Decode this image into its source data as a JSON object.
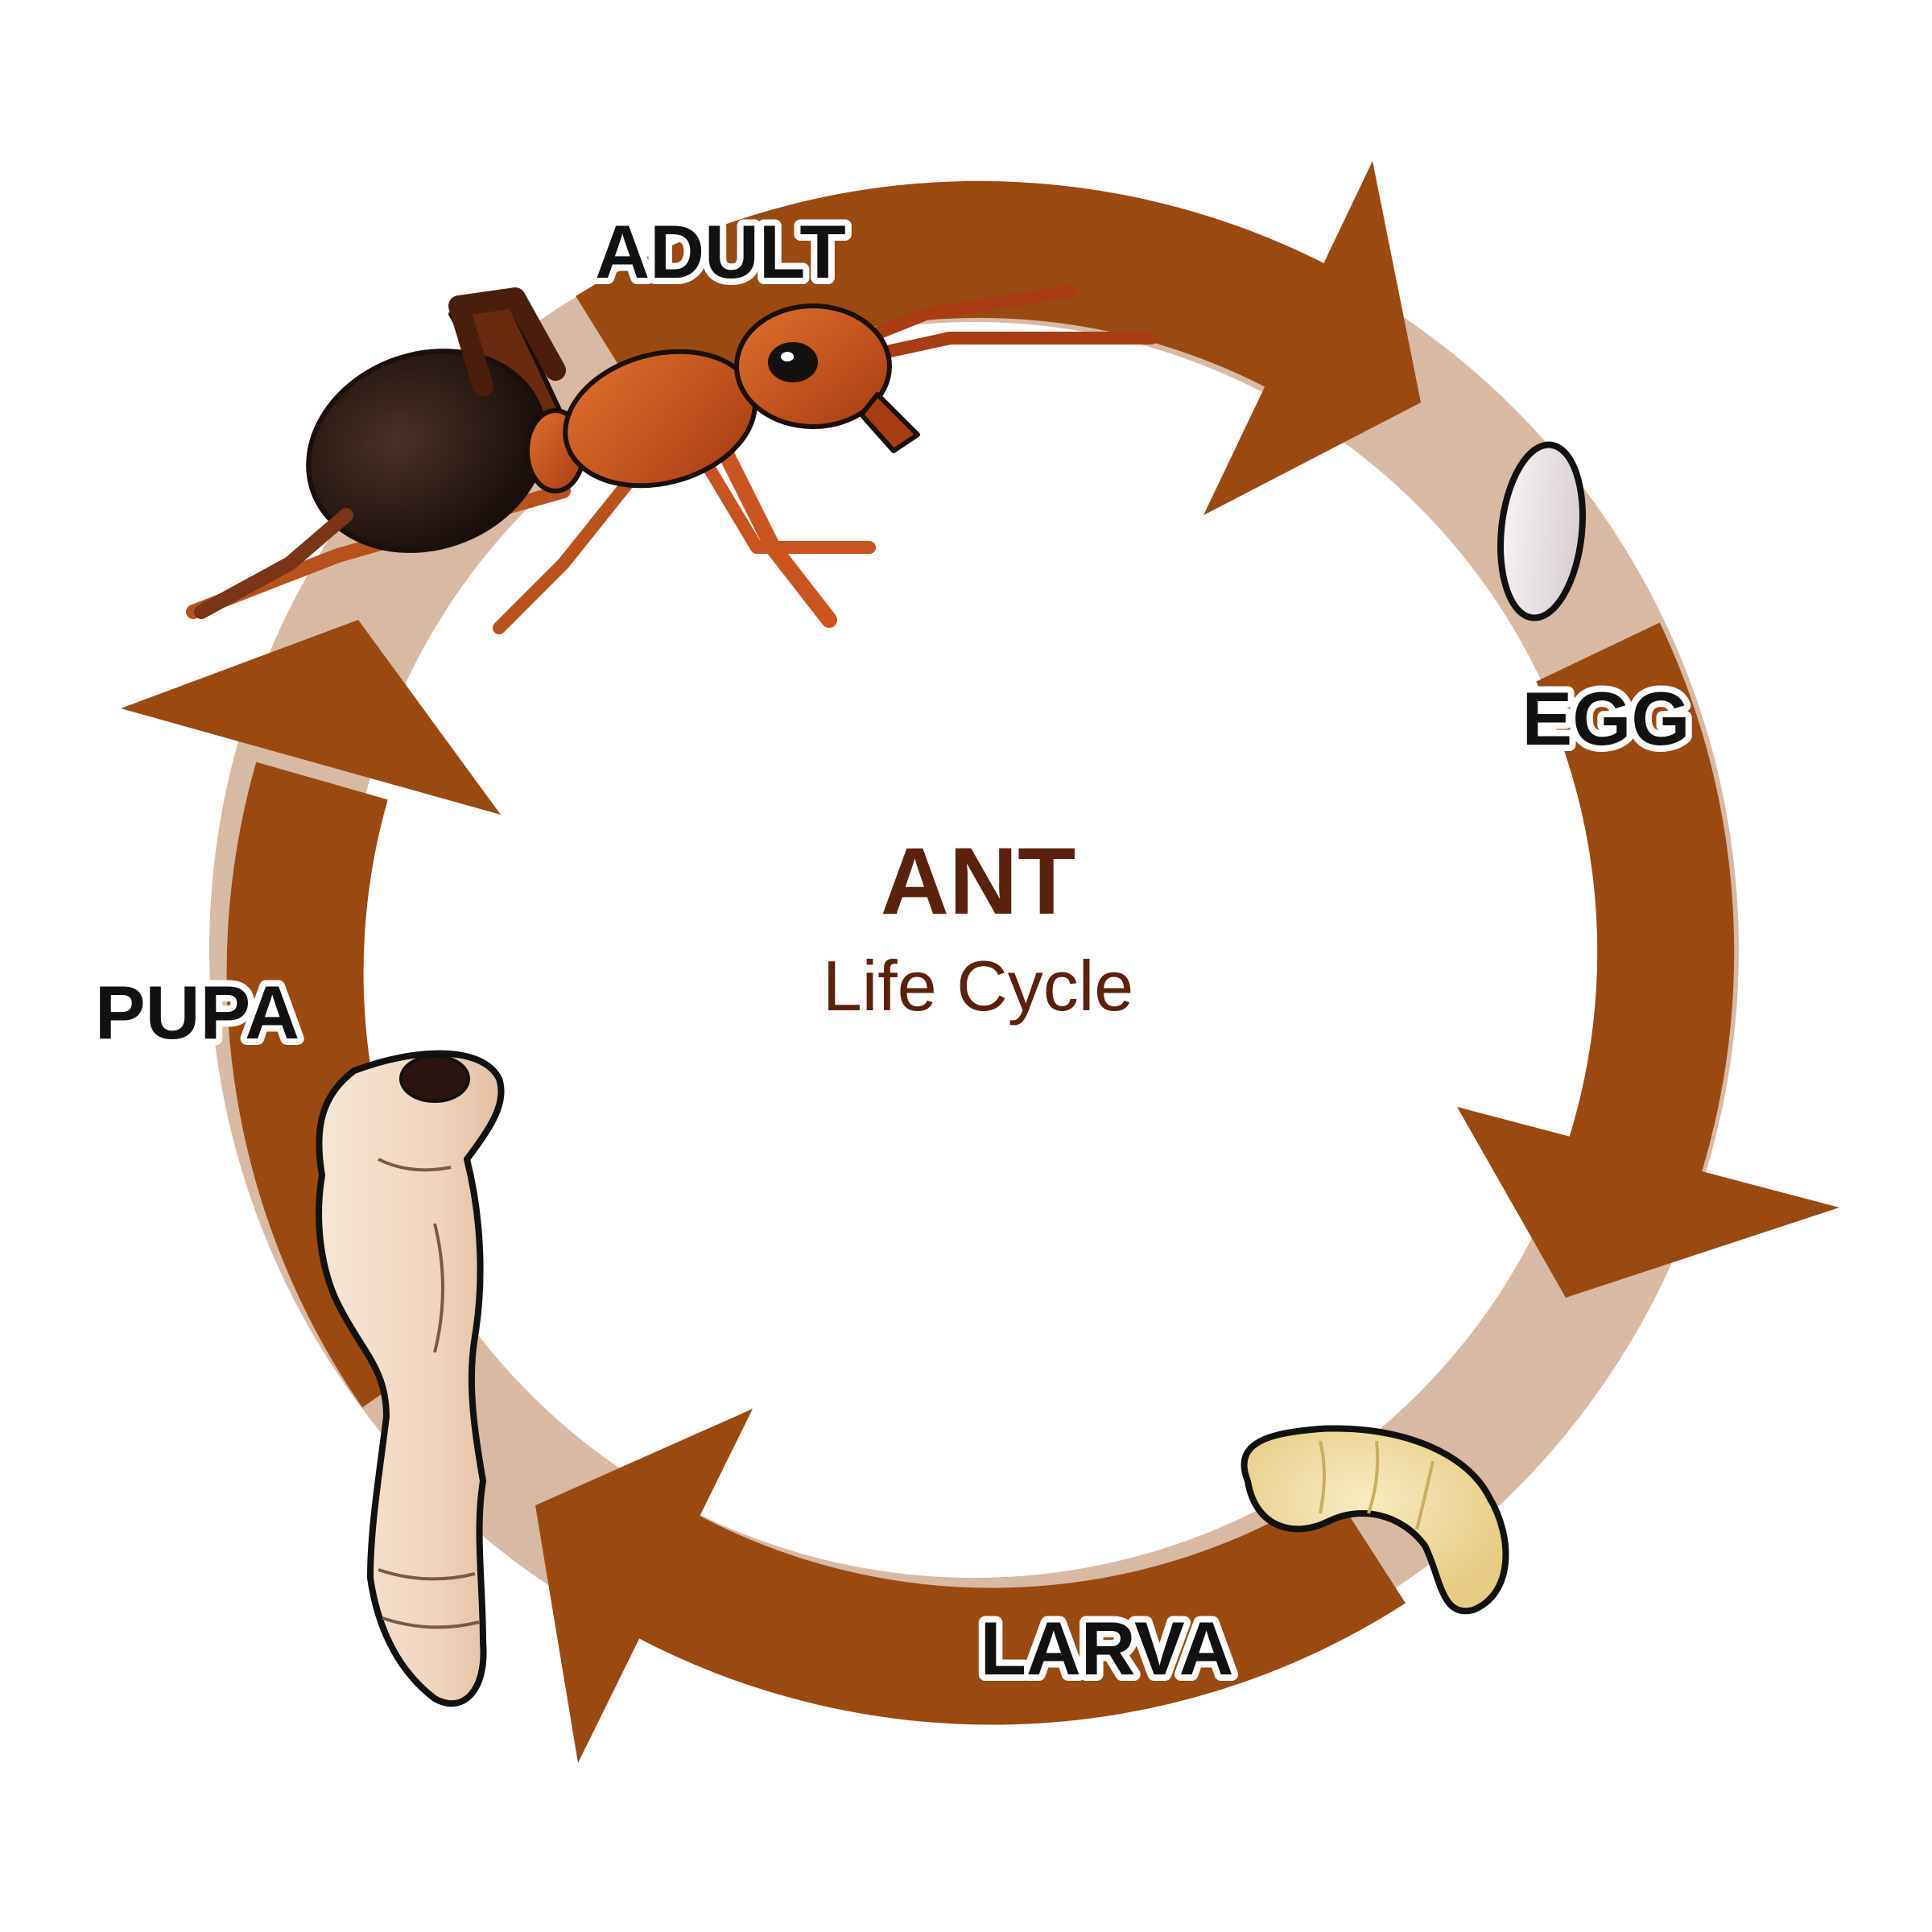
{
  "diagram": {
    "title": "ANT",
    "subtitle": "Life Cycle",
    "stages": [
      {
        "id": "adult",
        "label": "ADULT"
      },
      {
        "id": "egg",
        "label": "EGG"
      },
      {
        "id": "larva",
        "label": "LARVA"
      },
      {
        "id": "pupa",
        "label": "PUPA"
      }
    ],
    "cycle_order": [
      "ADULT",
      "EGG",
      "LARVA",
      "PUPA"
    ],
    "colors": {
      "arrow": "#9a4a10",
      "ring_light": "#e4cbbb",
      "title": "#5a220c",
      "ant_body": "#c9541f",
      "ant_abdomen": "#2a1a14",
      "egg": "#e9e3e6",
      "larva": "#f0dfa6",
      "pupa": "#f3dcc8"
    },
    "icons": [
      "ant-icon",
      "egg-icon",
      "larva-icon",
      "pupa-icon"
    ]
  }
}
